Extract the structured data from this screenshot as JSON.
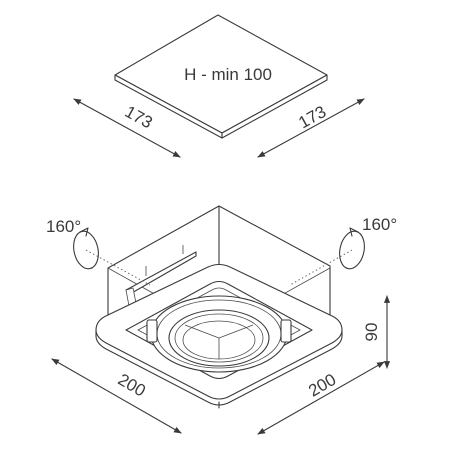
{
  "cutout": {
    "label": "H - min 100",
    "dim_left": "173",
    "dim_right": "173"
  },
  "fixture": {
    "rot_left": "160°",
    "rot_right": "160°",
    "dim_width_left": "200",
    "dim_width_right": "200",
    "dim_height": "90"
  },
  "colors": {
    "line": "#3a3a3a",
    "background": "#ffffff"
  }
}
